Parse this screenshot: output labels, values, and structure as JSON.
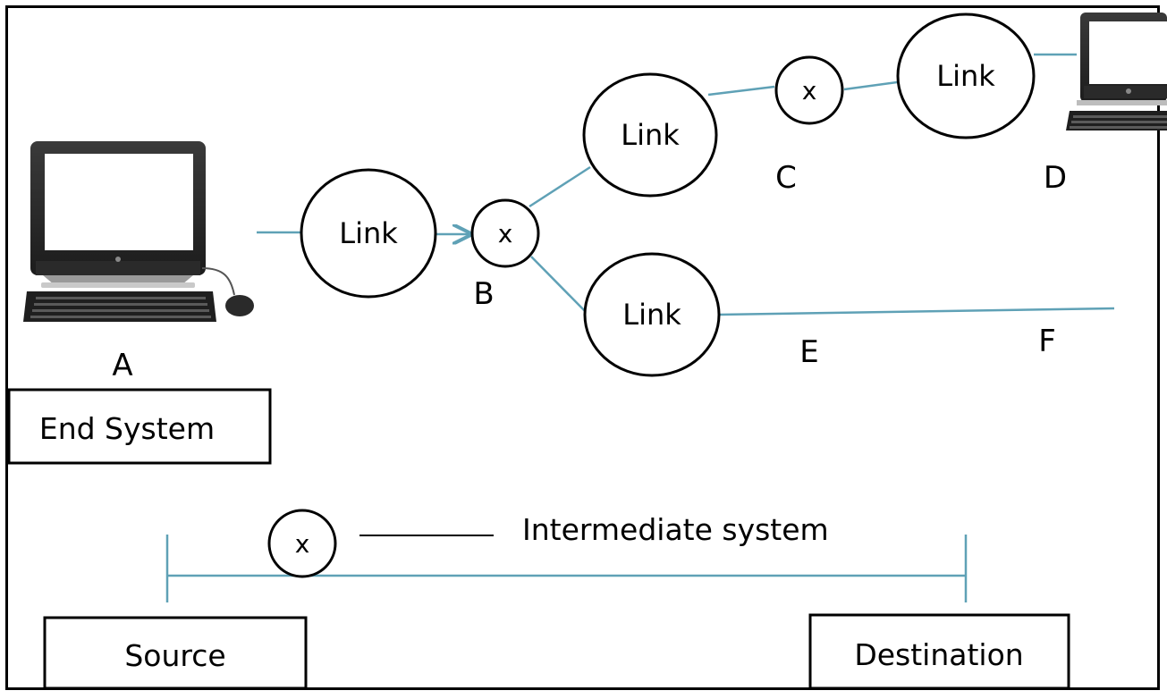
{
  "nodes": {
    "link_main": "Link",
    "link_upper": "Link",
    "link_lower": "Link",
    "link_right": "Link",
    "switch_b": "x",
    "switch_c": "x",
    "legend_switch": "x"
  },
  "labels": {
    "a": "A",
    "b": "B",
    "c": "C",
    "d": "D",
    "e": "E",
    "f": "F"
  },
  "boxes": {
    "end_system": "End System",
    "source": "Source",
    "destination": "Destination"
  },
  "legend": {
    "intermediate": "Intermediate system"
  },
  "colors": {
    "connector": "#5fa1b6",
    "outline": "#000000"
  }
}
